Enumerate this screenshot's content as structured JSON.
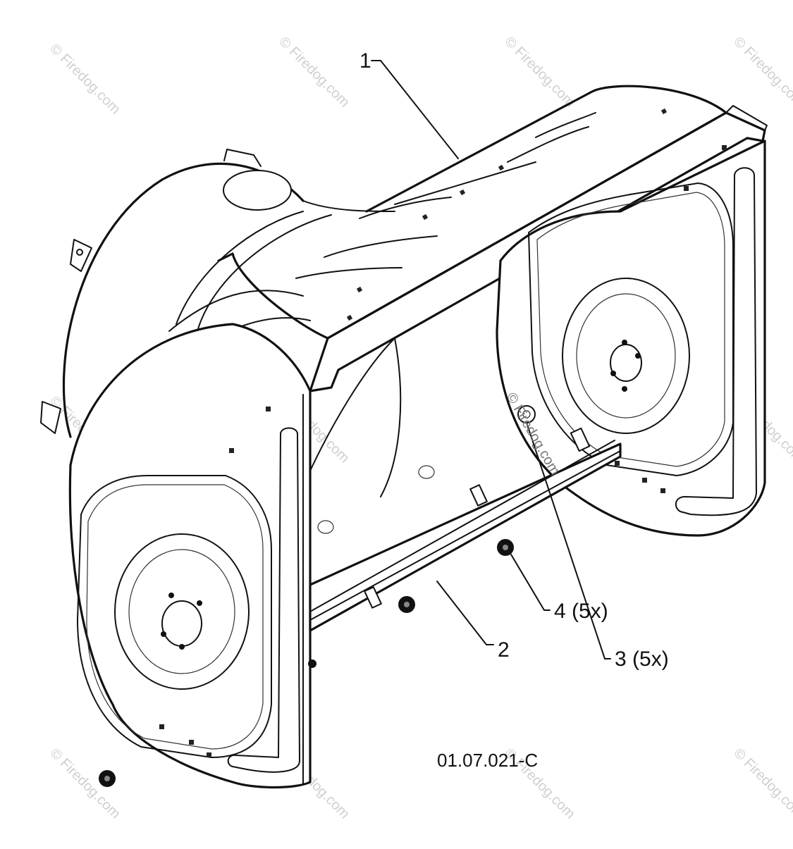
{
  "watermark": {
    "text": "© Firedog.com"
  },
  "callouts": [
    {
      "id": "1",
      "text": "1"
    },
    {
      "id": "2",
      "text": "2"
    },
    {
      "id": "3",
      "text": "3 (5x)"
    },
    {
      "id": "4",
      "text": "4 (5x)"
    }
  ],
  "figure_code": "01.07.021-C"
}
